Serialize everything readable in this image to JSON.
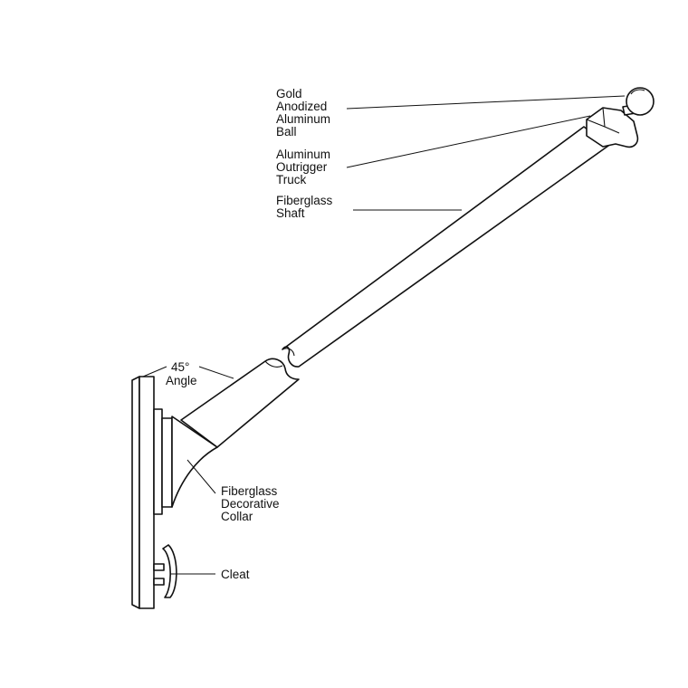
{
  "labels": {
    "ball": [
      "Gold",
      "Anodized",
      "Aluminum",
      "Ball"
    ],
    "truck": [
      "Aluminum",
      "Outrigger",
      "Truck"
    ],
    "shaft": [
      "Fiberglass",
      "Shaft"
    ],
    "angle": [
      "45°",
      "Angle"
    ],
    "collar": [
      "Fiberglass",
      "Decorative",
      "Collar"
    ],
    "cleat": [
      "Cleat"
    ]
  }
}
